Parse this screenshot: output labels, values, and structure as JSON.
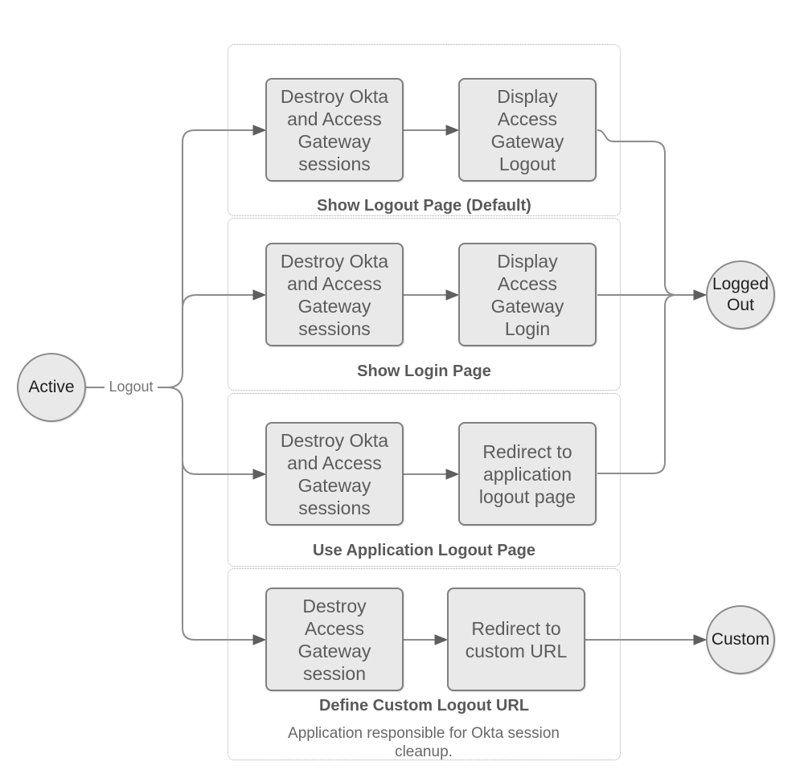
{
  "diagram": {
    "start": {
      "label": "Active"
    },
    "edge_label": "Logout",
    "outcomes": {
      "logged_out": "Logged Out",
      "custom": "Custom"
    },
    "groups": [
      {
        "caption": "Show Logout Page (Default)",
        "step1": "Destroy Okta and Access Gateway sessions",
        "step2": "Display Access Gateway Logout"
      },
      {
        "caption": "Show Login Page",
        "step1": "Destroy Okta and Access Gateway sessions",
        "step2": "Display Access Gateway Login"
      },
      {
        "caption": "Use Application Logout Page",
        "step1": "Destroy Okta and Access Gateway sessions",
        "step2": "Redirect to application logout page"
      },
      {
        "caption": "Define Custom Logout URL",
        "step1": "Destroy Access Gateway session",
        "step2": "Redirect to custom URL",
        "note": "Application responsible for Okta session cleanup."
      }
    ],
    "colors": {
      "node_fill": "#e9e9e9",
      "node_border": "#7f7f7f",
      "connector": "#8c8c8c",
      "arrowhead": "#5f5f5f",
      "text": "#5c5c5c"
    }
  }
}
